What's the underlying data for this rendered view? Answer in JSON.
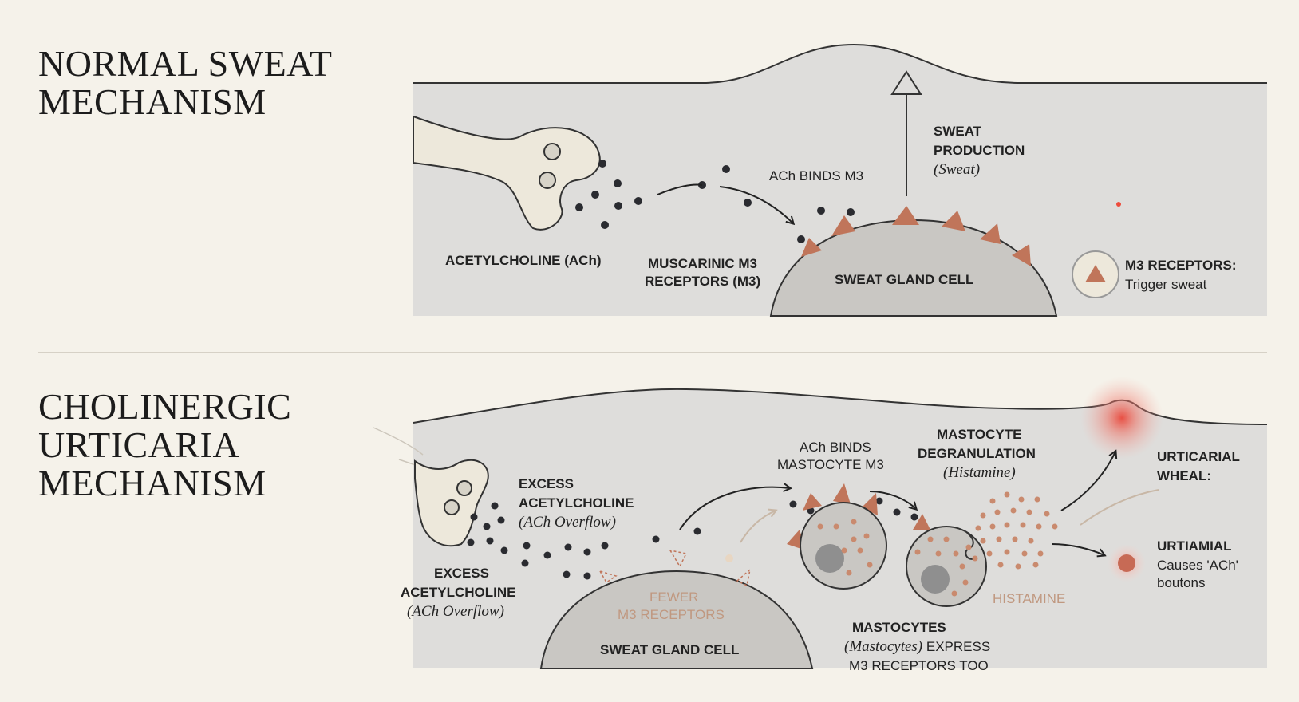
{
  "normal": {
    "title_line1": "NORMAL SWEAT",
    "title_line2": "MECHANISM",
    "ach_label": "ACETYLCHOLINE (ACh)",
    "m3_label_line1": "MUSCARINIC M3",
    "m3_label_line2": "RECEPTORS (M3)",
    "binds_label": "ACh BINDS M3",
    "cell_label": "SWEAT GLAND CELL",
    "sweat_line1": "SWEAT",
    "sweat_line2": "PRODUCTION",
    "sweat_line3": "(Sweat)",
    "legend_title": "M3 RECEPTORS:",
    "legend_desc": "Trigger sweat"
  },
  "urticaria": {
    "title_line1": "CHOLINERGIC",
    "title_line2": "URTICARIA",
    "title_line3": "MECHANISM",
    "excess_top_line1": "EXCESS",
    "excess_top_line2": "ACETYLCHOLINE",
    "excess_top_line3": "(ACh Overflow)",
    "excess_left_line1": "EXCESS",
    "excess_left_line2": "ACETYLCHOLINE",
    "excess_left_line3": "(ACh Overflow)",
    "fewer_line1": "FEWER",
    "fewer_line2": "M3 RECEPTORS",
    "cell_label": "SWEAT GLAND CELL",
    "binds_line1": "ACh BINDS",
    "binds_line2": "MASTOCYTE M3",
    "degran_line1": "MASTOCYTE",
    "degran_line2": "DEGRANULATION",
    "degran_line3": "(Histamine)",
    "histamine_label": "HISTAMINE",
    "mastocytes_line1": "MASTOCYTES",
    "mastocytes_line2_italic": "(Mastocytes)",
    "mastocytes_line2_rest": " EXPRESS",
    "mastocytes_line3": "M3 RECEPTORS TOO",
    "wheal_line1": "URTICARIAL",
    "wheal_line2": "WHEAL:",
    "urtiamial_title": "URTIAMIAL",
    "urtiamial_line1": "Causes 'ACh'",
    "urtiamial_line2": "boutons"
  },
  "colors": {
    "background": "#f5f2ea",
    "tissue": "#dedddb",
    "receptor": "#c0755a",
    "molecule": "#2a2b30",
    "histamine": "#c98a6e",
    "wheal": "#e8483c"
  }
}
